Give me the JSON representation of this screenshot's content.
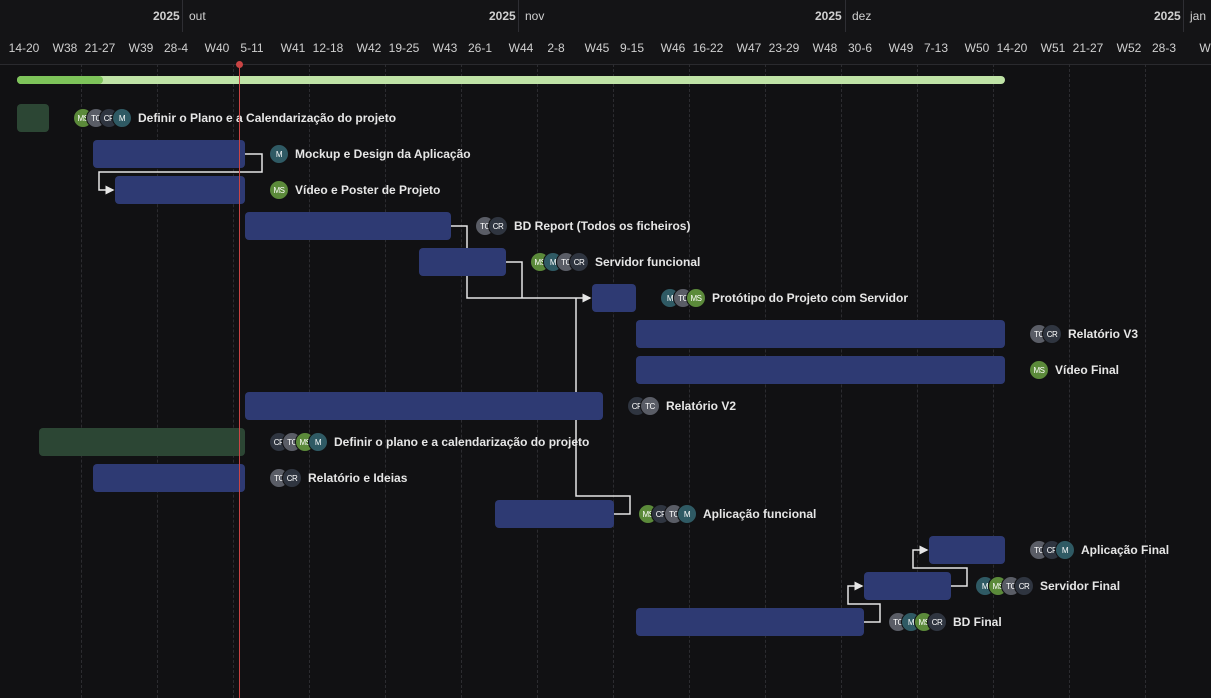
{
  "header": {
    "months": [
      {
        "year": "2025",
        "month": "out"
      },
      {
        "year": "2025",
        "month": "nov"
      },
      {
        "year": "2025",
        "month": "dez"
      },
      {
        "year": "2025",
        "month": "jan"
      }
    ],
    "weeks": [
      "14-20",
      "W38",
      "21-27",
      "W39",
      "28-4",
      "W40",
      "5-11",
      "W41",
      "12-18",
      "W42",
      "19-25",
      "W43",
      "26-1",
      "W44",
      "2-8",
      "W45",
      "9-15",
      "W46",
      "16-22",
      "W47",
      "23-29",
      "W48",
      "30-6",
      "W49",
      "7-13",
      "W50",
      "14-20",
      "W51",
      "21-27",
      "W52",
      "28-3",
      "W"
    ]
  },
  "colors": {
    "background": "#111113",
    "bar_blue": "#2e3a73",
    "bar_green": "#2c4634",
    "progress_fill": "#7ec45a",
    "progress_track": "#bfe3a6",
    "today_line": "#c94444"
  },
  "avatars": {
    "MS": {
      "label": "MS",
      "color": "#5b8a3a"
    },
    "TC": {
      "label": "TC",
      "color": "#5a5d66"
    },
    "CR": {
      "label": "CR",
      "color": "#2f3540"
    },
    "M": {
      "label": "M",
      "color": "#2f5a64"
    }
  },
  "tasks": [
    {
      "name": "Definir o Plano e a Calendarização do projeto",
      "assignees": [
        "MS",
        "TC",
        "CR",
        "M"
      ]
    },
    {
      "name": "Mockup e Design da Aplicação",
      "assignees": [
        "M"
      ]
    },
    {
      "name": "Vídeo e Poster de Projeto",
      "assignees": [
        "MS"
      ]
    },
    {
      "name": "BD Report (Todos os ficheiros)",
      "assignees": [
        "TC",
        "CR"
      ]
    },
    {
      "name": "Servidor funcional",
      "assignees": [
        "MS",
        "M",
        "TC",
        "CR"
      ]
    },
    {
      "name": "Protótipo do Projeto com Servidor",
      "assignees": [
        "M",
        "TC",
        "MS"
      ]
    },
    {
      "name": "Relatório V3",
      "assignees": [
        "TC",
        "CR"
      ]
    },
    {
      "name": "Vídeo Final",
      "assignees": [
        "MS"
      ]
    },
    {
      "name": "Relatório V2",
      "assignees": [
        "CR",
        "TC"
      ]
    },
    {
      "name": "Definir o plano e a calendarização do projeto",
      "assignees": [
        "CR",
        "TC",
        "MS",
        "M"
      ]
    },
    {
      "name": "Relatório e Ideias",
      "assignees": [
        "TC",
        "CR"
      ]
    },
    {
      "name": "Aplicação funcional",
      "assignees": [
        "MS",
        "CR",
        "TC",
        "M"
      ]
    },
    {
      "name": "Aplicação Final",
      "assignees": [
        "TC",
        "CR",
        "M"
      ]
    },
    {
      "name": "Servidor Final",
      "assignees": [
        "M",
        "MS",
        "TC",
        "CR"
      ]
    },
    {
      "name": "BD Final",
      "assignees": [
        "TC",
        "M",
        "MS",
        "CR"
      ]
    }
  ]
}
